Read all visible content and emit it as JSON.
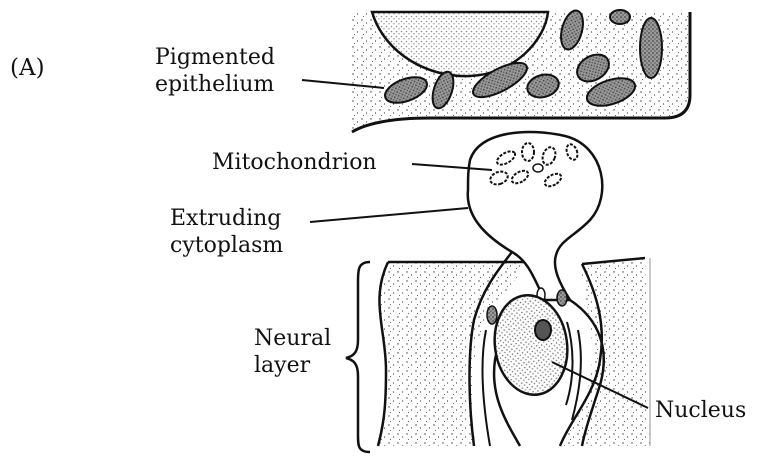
{
  "figure": {
    "panel_label": "(A)",
    "labels": {
      "pigmented_epithelium": [
        "Pigmented",
        "epithelium"
      ],
      "mitochondrion": "Mitochondrion",
      "extruding_cytoplasm": [
        "Extruding",
        "cytoplasm"
      ],
      "neural_layer": [
        "Neural",
        "layer"
      ],
      "nucleus": "Nucleus"
    }
  },
  "colors": {
    "ink": "#111111",
    "stipple": "#3a3a3a",
    "paper": "#ffffff"
  }
}
